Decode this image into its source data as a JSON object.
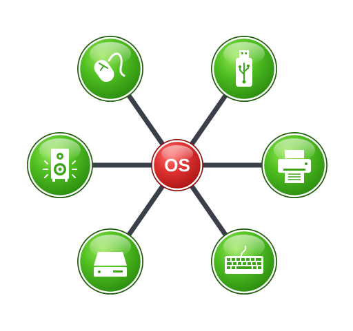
{
  "hub": {
    "label": "OS",
    "icon": "operating-system",
    "color": "#d42a2a"
  },
  "devices": [
    {
      "name": "mouse",
      "icon": "mouse-icon"
    },
    {
      "name": "usb-drive",
      "icon": "usb-drive-icon"
    },
    {
      "name": "speaker",
      "icon": "speaker-icon"
    },
    {
      "name": "printer",
      "icon": "printer-icon"
    },
    {
      "name": "hard-drive",
      "icon": "hard-drive-icon"
    },
    {
      "name": "keyboard",
      "icon": "keyboard-icon"
    }
  ],
  "colors": {
    "node": "#3ea51a",
    "node_highlight": "#8fe04f",
    "node_ring": "#1f5f0a",
    "connector": "#3b3f4a",
    "hub_highlight": "#ff6b6b"
  }
}
